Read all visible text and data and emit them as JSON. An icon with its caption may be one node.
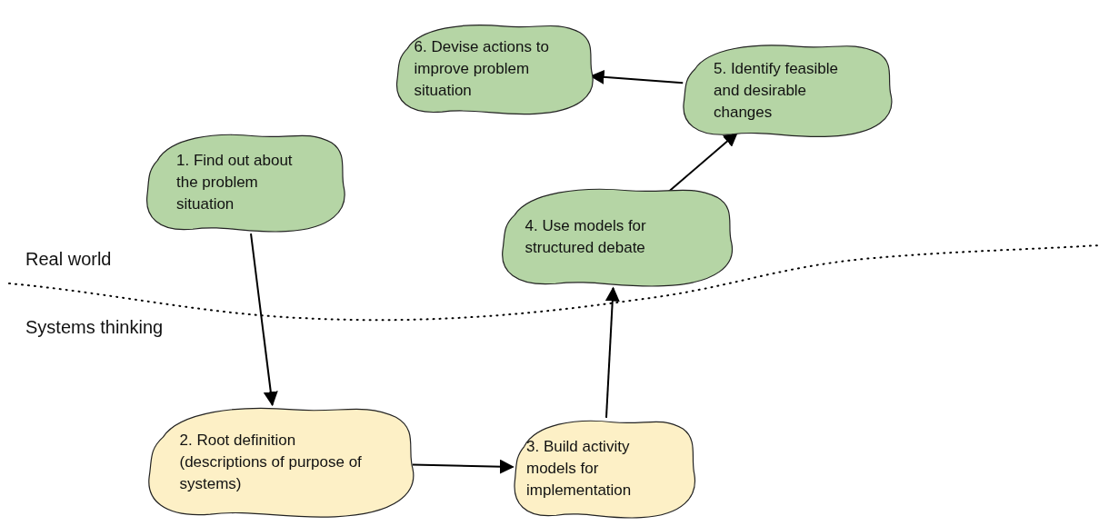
{
  "diagram": {
    "nodes": [
      {
        "text": [
          "1. Find out about the problem situation"
        ]
      },
      {
        "text": [
          "2. Root definition (descriptions of purpose of systems)"
        ]
      },
      {
        "text": [
          "3. Build activity models for implementation"
        ]
      },
      {
        "text": [
          "4. Use models for structured debate"
        ]
      },
      {
        "text": [
          "5. Identify feasible and desirable changes"
        ]
      },
      {
        "text": [
          "6. Devise actions to improve problem situation"
        ]
      }
    ],
    "edges": [
      {
        "from": 0,
        "to": 1,
        "arrow": "to"
      },
      {
        "from": 1,
        "to": 2,
        "arrow": "to"
      },
      {
        "from": 2,
        "to": 3,
        "arrow": "to"
      },
      {
        "from": 3,
        "to": 4,
        "arrow": "to"
      },
      {
        "from": 4,
        "to": 5,
        "arrow": "to"
      }
    ],
    "labels": [
      "Real world",
      "Systems thinking"
    ]
  }
}
